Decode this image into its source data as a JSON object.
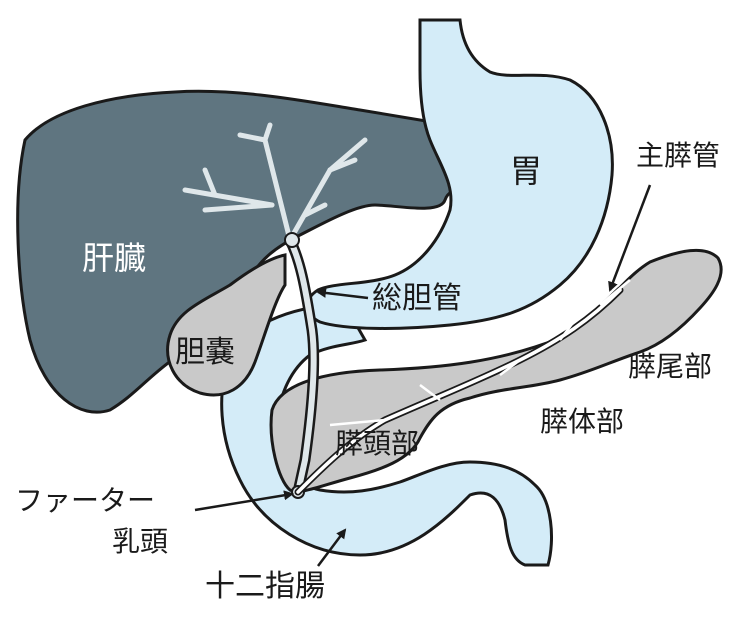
{
  "colors": {
    "liver": "#5f7580",
    "stomach": "#d4ecf8",
    "pancreas": "#c9c9c9",
    "duct": "#dfe7ea",
    "outline": "#1a1a1a",
    "label_light": "#ffffff",
    "label_dark": "#1a1a1a"
  },
  "labels": {
    "liver": "肝臓",
    "stomach": "胃",
    "gallbladder": "胆嚢",
    "common_bile_duct": "総胆管",
    "main_pancreatic_duct": "主膵管",
    "pancreas_tail": "膵尾部",
    "pancreas_body": "膵体部",
    "pancreas_head": "膵頭部",
    "papilla_line1": "ファーター",
    "papilla_line2": "乳頭",
    "duodenum": "十二指腸"
  }
}
